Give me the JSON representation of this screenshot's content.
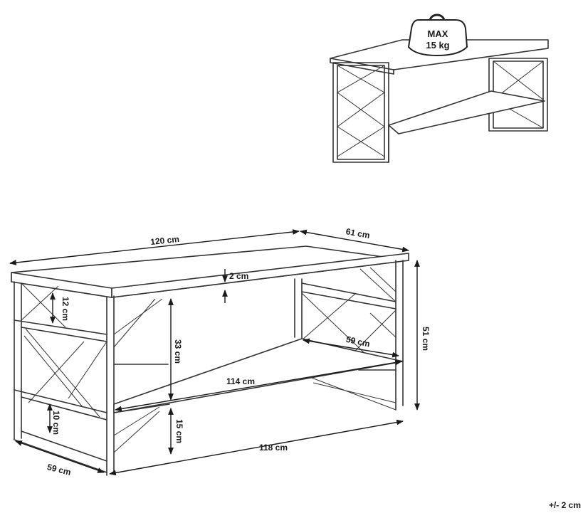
{
  "weight_label": {
    "line1": "MAX",
    "line2": "15 kg"
  },
  "dimensions": {
    "length_top": "120 cm",
    "depth_top": "61 cm",
    "top_thickness": "2 cm",
    "upper_gap": "12 cm",
    "shelf_clearance": "33 cm",
    "height": "51 cm",
    "shelf_depth": "59 cm",
    "shelf_width": "114 cm",
    "bottom_gap": "10 cm",
    "shelf_height": "15 cm",
    "base_length": "118 cm",
    "base_depth": "59 cm"
  },
  "tolerance": "+/- 2 cm"
}
